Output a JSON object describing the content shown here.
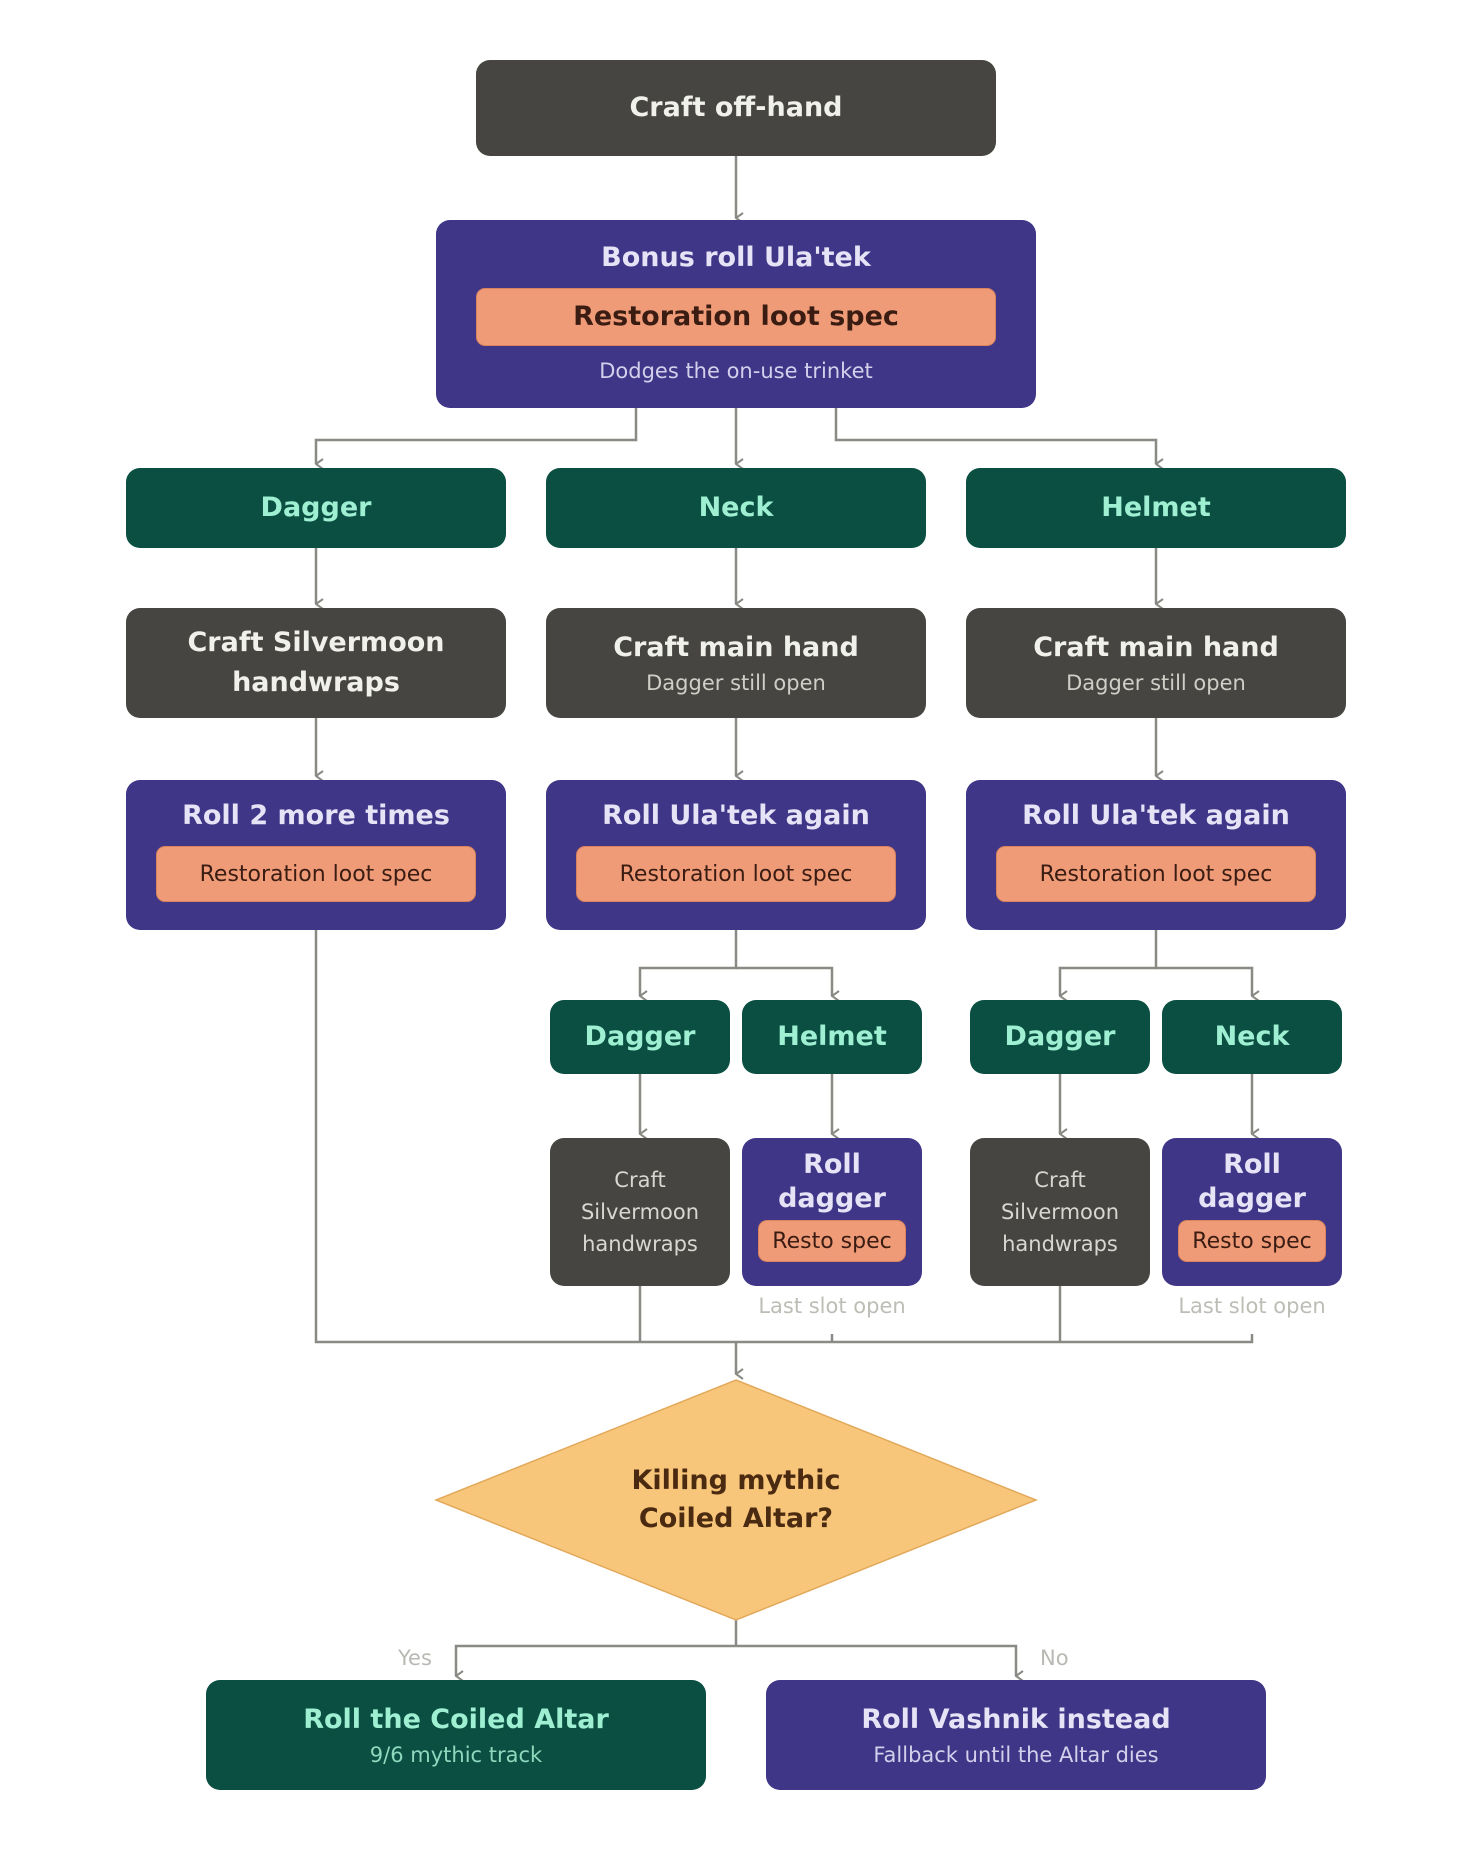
{
  "nodes": {
    "craft_offhand": "Craft off-hand",
    "bonus_roll": {
      "title": "Bonus roll Ula'tek",
      "spec": "Restoration loot spec",
      "note": "Dodges the on-use trinket"
    },
    "dagger_1": "Dagger",
    "neck_1": "Neck",
    "helmet_1": "Helmet",
    "craft_silvermoon_left": {
      "line1": "Craft Silvermoon",
      "line2": "handwraps"
    },
    "craft_main_hand_mid": {
      "title": "Craft main hand",
      "note": "Dagger still open"
    },
    "craft_main_hand_right": {
      "title": "Craft main hand",
      "note": "Dagger still open"
    },
    "roll_two_more": {
      "title": "Roll 2 more times",
      "spec": "Restoration loot spec"
    },
    "roll_ulatek_mid": {
      "title": "Roll Ula'tek again",
      "spec": "Restoration loot spec"
    },
    "roll_ulatek_right": {
      "title": "Roll Ula'tek again",
      "spec": "Restoration loot spec"
    },
    "dagger_mid": "Dagger",
    "helmet_mid": "Helmet",
    "dagger_right": "Dagger",
    "neck_right": "Neck",
    "craft_small_mid": {
      "line1": "Craft",
      "line2": "Silvermoon",
      "line3": "handwraps"
    },
    "roll_dagger_mid": {
      "line1": "Roll",
      "line2": "dagger",
      "spec": "Resto spec",
      "note": "Last slot open"
    },
    "craft_small_right": {
      "line1": "Craft",
      "line2": "Silvermoon",
      "line3": "handwraps"
    },
    "roll_dagger_right": {
      "line1": "Roll",
      "line2": "dagger",
      "spec": "Resto spec",
      "note": "Last slot open"
    },
    "decision": {
      "line1": "Killing mythic",
      "line2": "Coiled Altar?"
    },
    "yes_label": "Yes",
    "no_label": "No",
    "roll_coiled_altar": {
      "title": "Roll the Coiled Altar",
      "note": "9/6 mythic track"
    },
    "roll_vashnik": {
      "title": "Roll Vashnik instead",
      "note": "Fallback until the Altar dies"
    }
  },
  "colors": {
    "gray_node": "#464541",
    "purple_node": "#3f3687",
    "green_node": "#0a4f42",
    "spec_pill": "#ef9b78",
    "decision": "#f8c67a",
    "connector": "#8a8a84"
  }
}
